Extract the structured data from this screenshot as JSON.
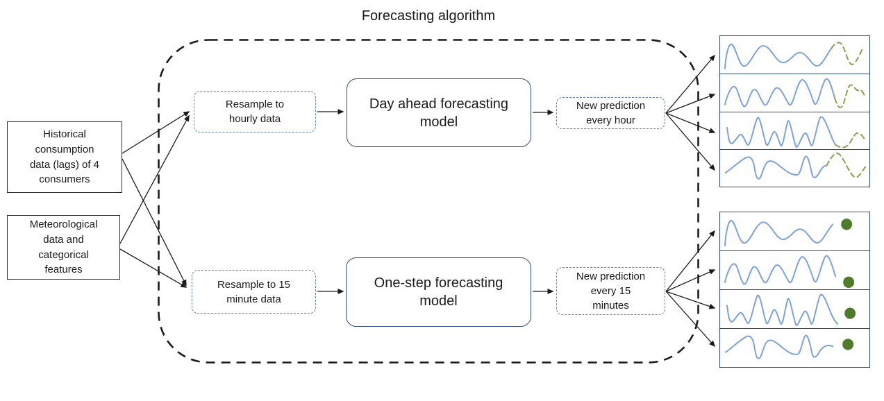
{
  "title": "Forecasting algorithm",
  "inputs": {
    "historical": "Historical\nconsumption\ndata (lags) of 4\nconsumers",
    "meteorological": "Meteorological\ndata and\ncategorical\nfeatures"
  },
  "hourly_pipeline": {
    "resample": "Resample to\nhourly data",
    "model": "Day ahead forecasting\nmodel",
    "prediction": "New prediction\nevery hour"
  },
  "quarter_hour_pipeline": {
    "resample": "Resample to 15\nminute data",
    "model": "One-step forecasting\nmodel",
    "prediction": "New prediction\nevery 15\nminutes"
  },
  "outputs": {
    "hourly_description": "4 consumer forecast panels with dashed forecast curve",
    "quarter_description": "4 consumer forecast panels with single next-step point"
  },
  "colors": {
    "history_line": "#7ba2db",
    "forecast_line": "#82a24f",
    "forecast_dot": "#4e7c2b",
    "model_border": "#2e4d7b",
    "dashed_border": "#5e81ad",
    "panel_border": "#2e4d7b",
    "outline": "#1a1a1a"
  }
}
